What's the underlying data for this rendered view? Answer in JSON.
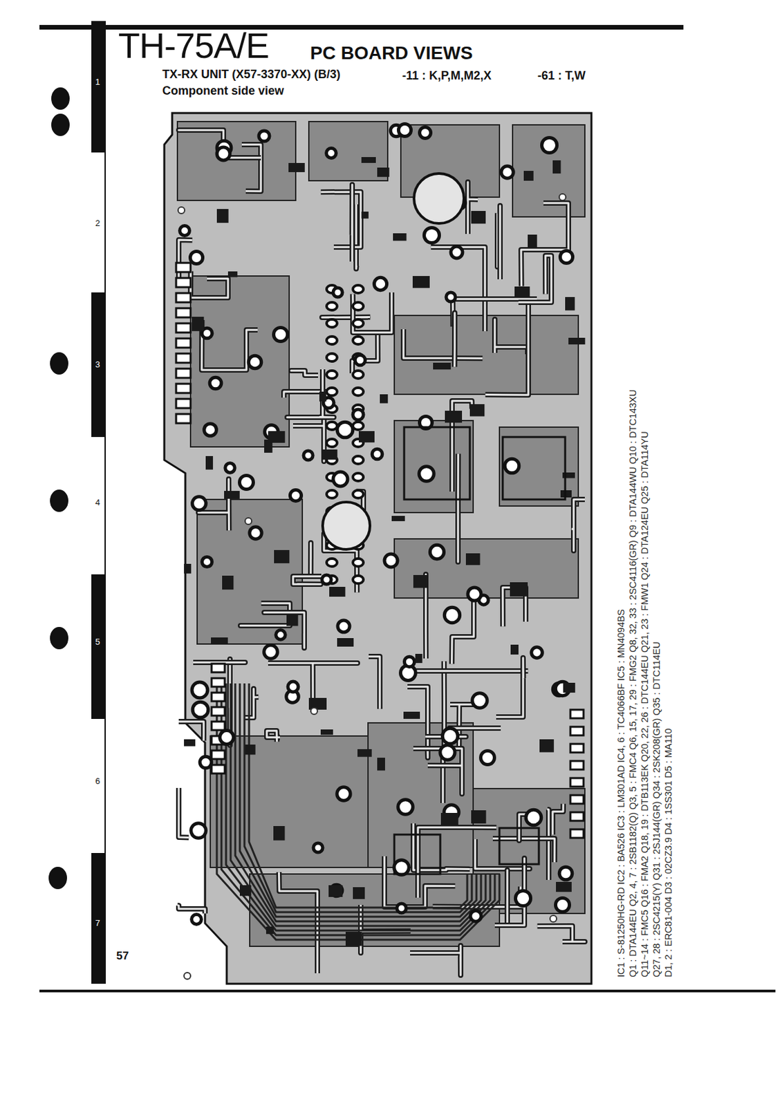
{
  "diagram": {
    "title": "TH-75A/E",
    "labels": [
      "PC BOARD VIEWS",
      "TX-RX UNIT (X57-3370-XX) (B/3)",
      "-11 : K,P,M,M2,X",
      "-61 : T,W",
      "Component side view",
      "1",
      "2",
      "3",
      "4",
      "5",
      "6",
      "7",
      "57",
      "IC1 : S-81250HG-RD  IC2 : BA526  IC3 : LM301AD  IC4, 6 : TC4066BF  IC5 : MN4094BS",
      "Q1 : DTA144EU  Q2, 4, 7 : 2SB1182(Q)  Q3, 5 : FMC4  Q6, 15, 17, 29 : FMG2  Q8, 32, 33 : 2SC4116(GR)  Q9 : DTA144WU  Q10 : DTC143XU",
      "Q11~14 : FMC5  Q16 : FMA2  Q18, 19 : DTB113EK  Q20, 22, 26 : DTC144EU  Q21, 23 : FMW1  Q24 : DTA124EU  Q25 : DTA114YU",
      "Q27, 28 : 2SC4215(Y)  Q31 : 2SJ144(GR)  Q34 : 2SK208(GR)  Q35 : DTC114EU",
      "D1, 2 : ERC81-004  D3 : 02CZ3.9  D4 : 1SS301  D5 : MA110"
    ]
  }
}
